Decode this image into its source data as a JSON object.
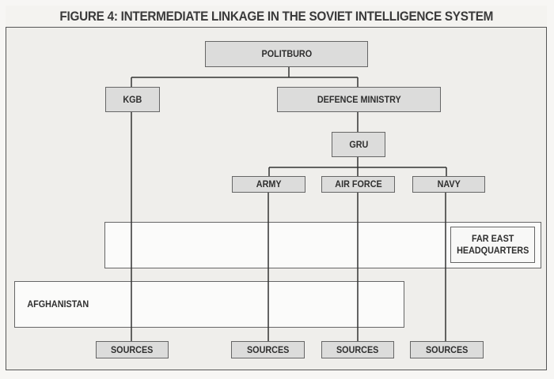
{
  "title": "FIGURE 4: INTERMEDIATE LINKAGE IN THE SOVIET INTELLIGENCE SYSTEM",
  "nodes": {
    "politburo": "POLITBURO",
    "kgb": "KGB",
    "defence_ministry": "DEFENCE MINISTRY",
    "gru": "GRU",
    "army": "ARMY",
    "air_force": "AIR FORCE",
    "navy": "NAVY",
    "sources": [
      "SOURCES",
      "SOURCES",
      "SOURCES",
      "SOURCES"
    ]
  },
  "regions": {
    "far_east_line1": "FAR EAST",
    "far_east_line2": "HEADQUARTERS",
    "afghanistan": "AFGHANISTAN"
  }
}
